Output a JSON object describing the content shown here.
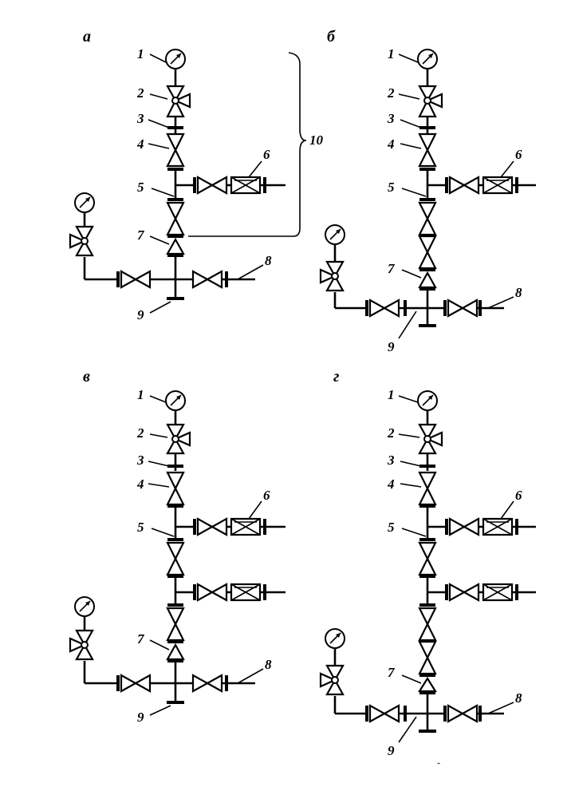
{
  "panels": [
    {
      "letter": "а",
      "labels": {
        "n1": "1",
        "n2": "2",
        "n3": "3",
        "n4": "4",
        "n5": "5",
        "n6": "6",
        "n7": "7",
        "n8": "8",
        "n9": "9"
      },
      "group_label": "10"
    },
    {
      "letter": "б",
      "labels": {
        "n1": "1",
        "n2": "2",
        "n3": "3",
        "n4": "4",
        "n5": "5",
        "n6": "6",
        "n7": "7",
        "n8": "8",
        "n9": "9"
      }
    },
    {
      "letter": "в",
      "labels": {
        "n1": "1",
        "n2": "2",
        "n3": "3",
        "n4": "4",
        "n5": "5",
        "n6": "6",
        "n7": "7",
        "n8": "8",
        "n9": "9"
      }
    },
    {
      "letter": "г",
      "labels": {
        "n1": "1",
        "n2": "2",
        "n3": "3",
        "n4": "4",
        "n5": "5",
        "n6": "6",
        "n7": "7",
        "n8": "8",
        "n9": "9"
      }
    }
  ],
  "stray_mark": "ˆ",
  "colors": {
    "ink": "#000000",
    "background": "#ffffff"
  },
  "icons": {
    "gauge": "pressure-gauge-icon",
    "valve": "gate-valve-icon",
    "three_way": "three-way-valve-icon",
    "choke": "choke-icon",
    "check": "check-valve-icon"
  }
}
